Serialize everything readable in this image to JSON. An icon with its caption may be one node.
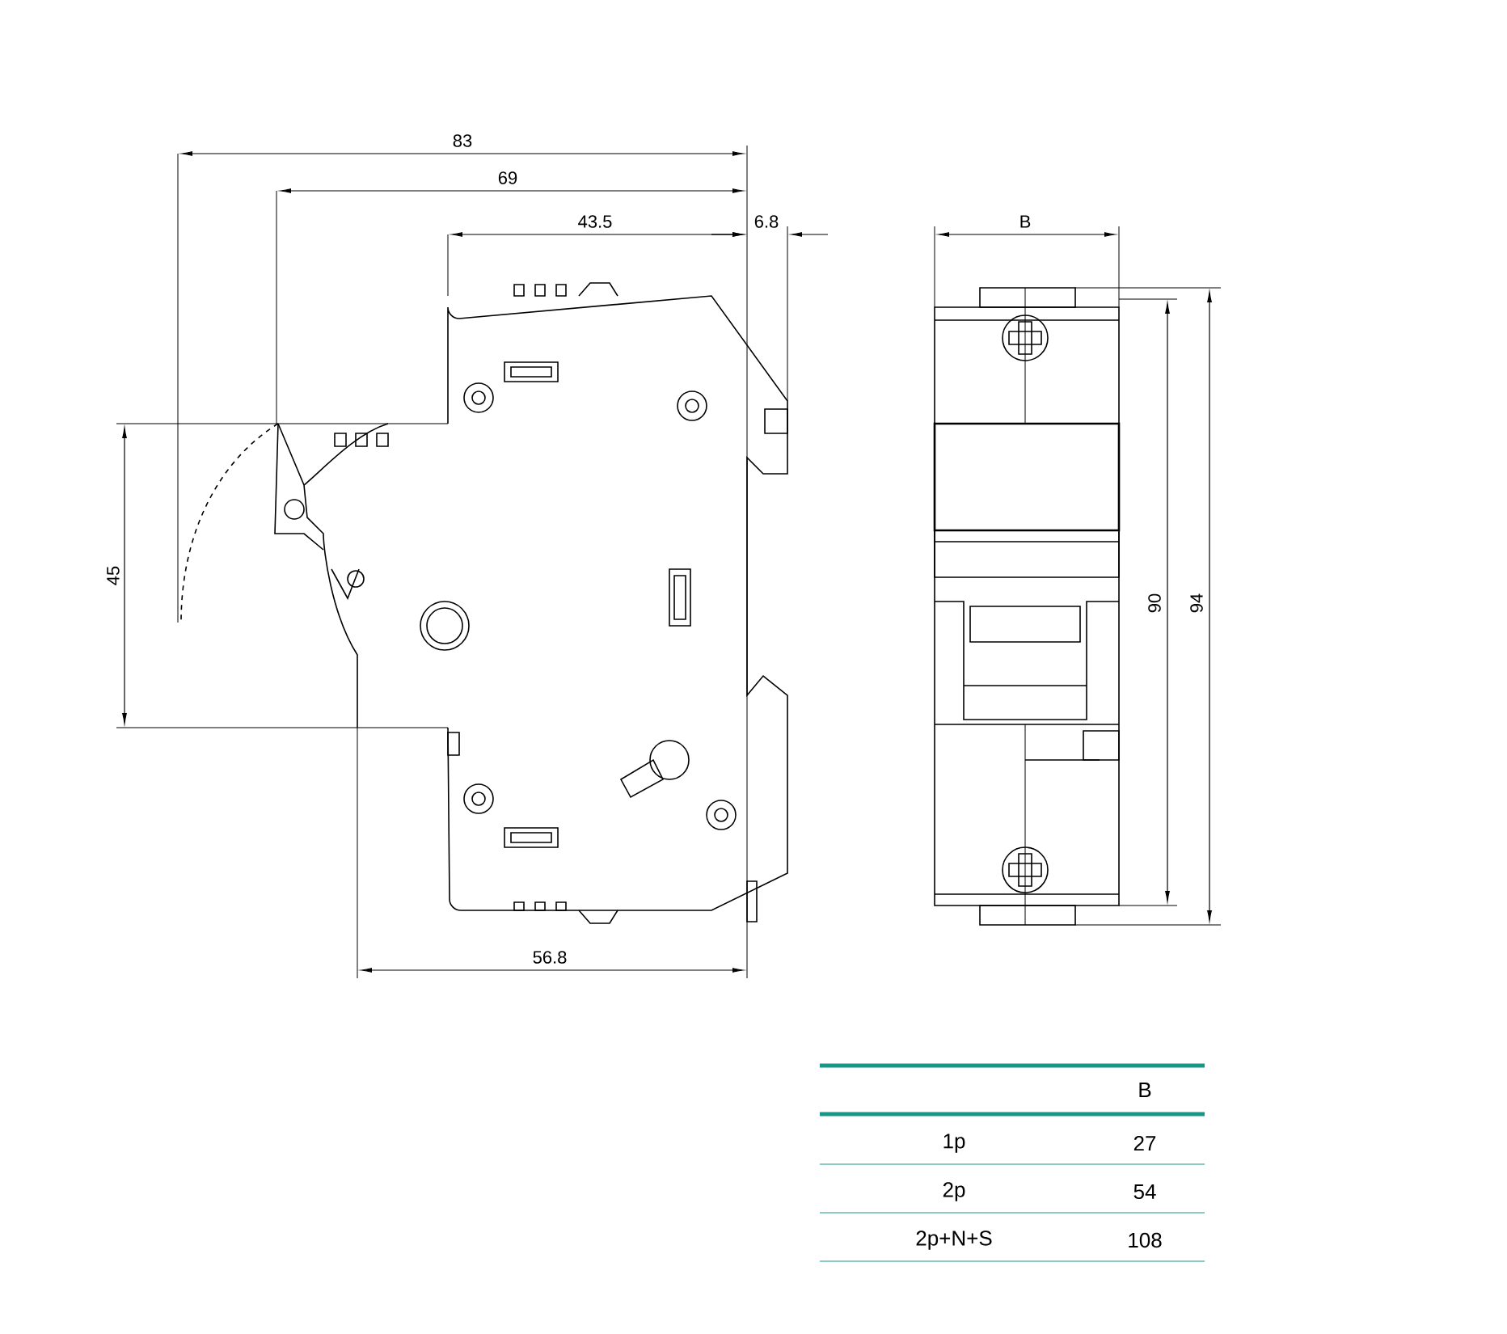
{
  "diagram": {
    "labels": [
      "83",
      "69",
      "43.5",
      "6.8",
      "45",
      "56.8",
      "B",
      "90",
      "94",
      "B",
      "1p",
      "27",
      "2p",
      "54",
      "2p+N+S",
      "108"
    ]
  }
}
